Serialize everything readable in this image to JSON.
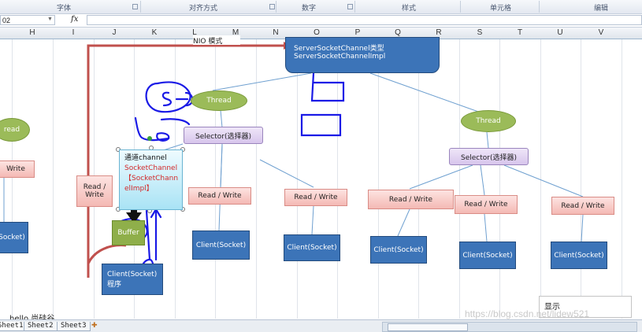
{
  "ribbon": {
    "groups": [
      "字体",
      "对齐方式",
      "数字",
      "样式",
      "单元格",
      "编辑"
    ]
  },
  "formula_bar": {
    "name_box": "02",
    "fx": "fx"
  },
  "columns": [
    "H",
    "I",
    "J",
    "K",
    "L",
    "M",
    "N",
    "O",
    "P",
    "Q",
    "R",
    "S",
    "T",
    "U",
    "V"
  ],
  "diagram": {
    "ssc_line1": "ServerSocketChannel类型",
    "ssc_line2": "ServerSocketChannelImpl",
    "nio_label": "NIO 模式",
    "thread": "Thread",
    "thread_left_partial": "read",
    "selector": "Selector(选择器)",
    "read_write": "Read / Write",
    "rw_left_partial": "Write",
    "rw_j_1": "Read /",
    "rw_j_2": "Write",
    "client": "Client(Socket)",
    "client_left_partial": "Socket)",
    "channel_l1": "通道channel",
    "channel_l2": "SocketChannel",
    "channel_l3": "【SocketChann",
    "channel_l4": "elImpl】",
    "buffer": "Buffer",
    "client_prog_1": "Client(Socket)",
    "client_prog_2": "程序",
    "handwritten": "S",
    "colors": {
      "red_arrow": "#c0504d",
      "ink": "#1a1ae6",
      "client": "#3c74b8"
    }
  },
  "sheet": {
    "bottom_text": "hello 尚硅谷",
    "tabs": [
      "Sheet1",
      "Sheet2",
      "Sheet3"
    ]
  },
  "tooltip": "显示",
  "watermark": "https://blog.csdn.net/lidew521"
}
